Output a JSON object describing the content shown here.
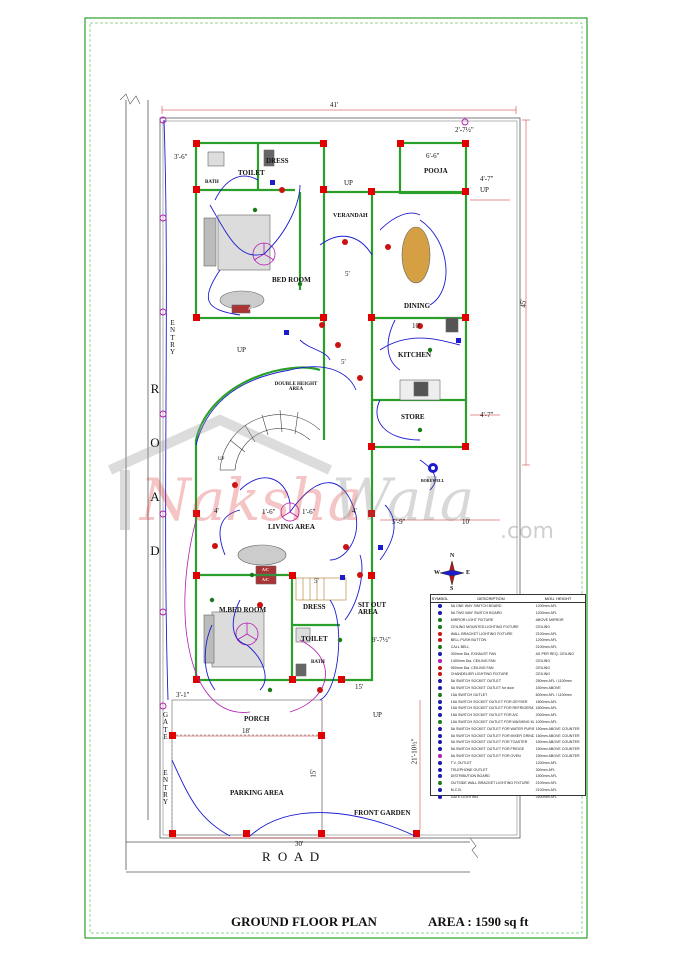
{
  "plan": {
    "title": "GROUND FLOOR PLAN",
    "area": "AREA : 1590 sq ft"
  },
  "roads": {
    "left": "R O A D",
    "bottom": "R O A D"
  },
  "entries": {
    "top": "ENTRY",
    "bottom": "ENTRY",
    "gate": "GATE"
  },
  "rooms": {
    "toilet_top": "TOILET",
    "dress_top": "DRESS",
    "bath_top": "BATH",
    "bed_room": "BED ROOM",
    "verandah": "VERANDAH",
    "pooja": "POOJA",
    "dining": "DINING",
    "kitchen": "KITCHEN",
    "store": "STORE",
    "double_height": "DOUBLE HEIGHT AREA",
    "living_area": "LIVING AREA",
    "m_bed_room": "M.BED ROOM",
    "dress_bottom": "DRESS",
    "toilet_bottom": "TOILET",
    "bath_bottom": "BATH",
    "sit_out": "SIT OUT AREA",
    "porch": "PORCH",
    "parking": "PARKING AREA",
    "front_garden": "FRONT GARDEN",
    "borewell": "BOREWELL",
    "up1": "UP",
    "up2": "UP",
    "up3": "UP",
    "up4": "UP",
    "up5": "UP",
    "ac1": "A/C",
    "ac2": "A/C",
    "ac3": "A/C"
  },
  "dims": {
    "top_width": "41'",
    "bottom_width": "30'",
    "right_depth": "45'",
    "d_3_6": "3'-6\"",
    "d_6_6": "6'-6\"",
    "d_2_7_5": "2'-7½\"",
    "d_4_7a": "4'-7\"",
    "d_4_7b": "4'-7\"",
    "d_5a": "5'",
    "d_5b": "5'",
    "d_10a": "10'",
    "d_10b": "10'",
    "d_5_9": "5'-9\"",
    "d_4a": "4'",
    "d_4b": "4'",
    "d_1_6a": "1'-6\"",
    "d_1_6b": "1'-6\"",
    "d_9_7_5": "9'-7½\"",
    "d_15a": "15'",
    "d_15b": "15'",
    "d_18": "18'",
    "d_21_10_5": "21'-10½\"",
    "d_3_1": "3'-1\"",
    "d_5c": "5'"
  },
  "legend": {
    "headers": [
      "SYMBOL",
      "DESCRIPTION",
      "MOU. HEIGHT"
    ],
    "rows": [
      {
        "color": "#1a1aa8",
        "desc": "5A ONE WAY SWITCH BOARD",
        "h": "1200mm AFL"
      },
      {
        "color": "#1a1aa8",
        "desc": "5A TWO WAY SWITCH BOARD",
        "h": "1200mm AFL"
      },
      {
        "color": "#1a7a1a",
        "desc": "MIRROR LIGHT FIXTURE",
        "h": "ABOVE MIRROR"
      },
      {
        "color": "#1a7a1a",
        "desc": "CEILING MOUNTED LIGHTING FIXTURE",
        "h": "CEILING"
      },
      {
        "color": "#cc1111",
        "desc": "WALL BRACKET LIGHTING FIXTURE",
        "h": "2100mm AFL"
      },
      {
        "color": "#cc1111",
        "desc": "BELL PUSH BUTTON",
        "h": "1200mm AFL"
      },
      {
        "color": "#1a7a1a",
        "desc": "CALL BELL",
        "h": "2100mm AFL"
      },
      {
        "color": "#1a1aa8",
        "desc": "300mm Dia. EXHAUST FAN",
        "h": "AS PER REQ. CEILING"
      },
      {
        "color": "#b51ab5",
        "desc": "1400mm Dia. CEILING FAN",
        "h": "CEILING"
      },
      {
        "color": "#cc1111",
        "desc": "900mm Dia. CEILING FAN",
        "h": "CEILING"
      },
      {
        "color": "#cc1111",
        "desc": "CHANDELIER LIGHTING FIXTURE",
        "h": "CEILING"
      },
      {
        "color": "#1a1aa8",
        "desc": "5A SWITCH SOCKET OUTLET",
        "h": "250mm AFL / 1100mm"
      },
      {
        "color": "#1a1aa8",
        "desc": "5A SWITCH SOCKET OUTLET for door",
        "h": "150mm ABOVE"
      },
      {
        "color": "#1a7a1a",
        "desc": "15A SWITCH OUTLET",
        "h": "600mm AFL / 1100mm"
      },
      {
        "color": "#1a1aa8",
        "desc": "15A SWITCH SOCKET OUTLET FOR GEYSER",
        "h": "1800mm AFL"
      },
      {
        "color": "#1a1aa8",
        "desc": "15A SWITCH SOCKET OUTLET FOR REFRIGERATOR",
        "h": "1800mm AFL"
      },
      {
        "color": "#1a1aa8",
        "desc": "15A SWITCH SOCKET OUTLET FOR A/C",
        "h": "2000mm AFL"
      },
      {
        "color": "#1a7a1a",
        "desc": "15A SWITCH SOCKET OUTLET FOR WASHING MACHINE",
        "h": "1000mm AFL"
      },
      {
        "color": "#1a1aa8",
        "desc": "5A SWITCH SOCKET OUTLET FOR WATER PURIFIER",
        "h": "150mm ABOVE COUNTER"
      },
      {
        "color": "#1a1aa8",
        "desc": "5A SWITCH SOCKET OUTLET FOR MIXER GRINDER",
        "h": "150mm ABOVE COUNTER"
      },
      {
        "color": "#1a1aa8",
        "desc": "5A SWITCH SOCKET OUTLET FOR TOASTER",
        "h": "150mm ABOVE COUNTER"
      },
      {
        "color": "#1a1aa8",
        "desc": "5A SWITCH SOCKET OUTLET FOR FRIDGE",
        "h": "150mm ABOVE COUNTER"
      },
      {
        "color": "#b51ab5",
        "desc": "5A SWITCH SOCKET OUTLET FOR OVEN",
        "h": "150mm ABOVE COUNTER"
      },
      {
        "color": "#1a1aa8",
        "desc": "T.V. OUTLET",
        "h": "1200mm AFL"
      },
      {
        "color": "#1a1aa8",
        "desc": "TELEPHONE OUTLET",
        "h": "300mm AFL"
      },
      {
        "color": "#1a1aa8",
        "desc": "DISTRIBUTION BOARD",
        "h": "1500mm AFL"
      },
      {
        "color": "#1a7a1a",
        "desc": "OUTSIDE WALL BRACKET LIGHTING FIXTURE",
        "h": "2100mm AFL"
      },
      {
        "color": "#1a1aa8",
        "desc": "M.C.B.",
        "h": "2100mm AFL"
      },
      {
        "color": "#1a1aa8",
        "desc": "GATE LIGHTING",
        "h": "2500mm AFL"
      }
    ]
  },
  "compass": {
    "n": "N",
    "s": "S",
    "e": "E",
    "w": "W"
  },
  "watermark": {
    "word1": "Naksha",
    "word2": "Wala",
    "suffix": ".com"
  },
  "colors": {
    "wall": "#2aa02a",
    "column": "#e00000",
    "wiring": "#1c1ccf",
    "fan": "#b51ab5",
    "dim": "#cc2222",
    "frame": "#2aa02a"
  }
}
